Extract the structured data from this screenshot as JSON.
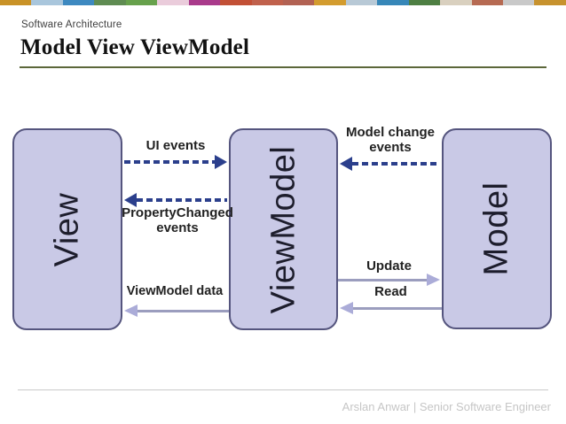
{
  "slide": {
    "eyebrow": "Software Architecture",
    "title": "Model View ViewModel",
    "footer": "Arslan Anwar | Senior Software Engineer"
  },
  "top_strip_colors": [
    "#C99227",
    "#A9C6DC",
    "#3D89C0",
    "#5F8C52",
    "#67A14C",
    "#EACCDB",
    "#A93A8B",
    "#C25036",
    "#C0614C",
    "#B26253",
    "#D39C2F",
    "#B8C9D6",
    "#3787B8",
    "#4E7F43",
    "#D9D0BF",
    "#B66A52",
    "#C9C9C9",
    "#C7922E"
  ],
  "diagram": {
    "boxes": [
      {
        "id": "view",
        "label": "View"
      },
      {
        "id": "viewmodel",
        "label": "ViewModel"
      },
      {
        "id": "model",
        "label": "Model"
      }
    ],
    "arrows": [
      {
        "label": "UI events",
        "style": "dashed",
        "direction": "right",
        "from": "View",
        "to": "ViewModel"
      },
      {
        "label": "PropertyChanged events",
        "style": "dashed",
        "direction": "left",
        "from": "ViewModel",
        "to": "View"
      },
      {
        "label": "ViewModel data",
        "style": "solid",
        "direction": "left",
        "from": "ViewModel",
        "to": "View"
      },
      {
        "label": "Model change events",
        "style": "dashed",
        "direction": "left",
        "from": "Model",
        "to": "ViewModel"
      },
      {
        "label": "Update",
        "style": "solid",
        "direction": "right",
        "from": "ViewModel",
        "to": "Model"
      },
      {
        "label": "Read",
        "style": "solid",
        "direction": "left",
        "from": "Model",
        "to": "ViewModel"
      }
    ],
    "colors": {
      "box_fill": "#C9C9E6",
      "box_border": "#55557E",
      "dashed_arrow": "#2B3F8C",
      "solid_arrow_shaft": "#9B9DBE",
      "solid_arrow_head": "#ABACD8",
      "title_rule": "#5C673A",
      "footer_text": "#C6C6C6"
    }
  }
}
